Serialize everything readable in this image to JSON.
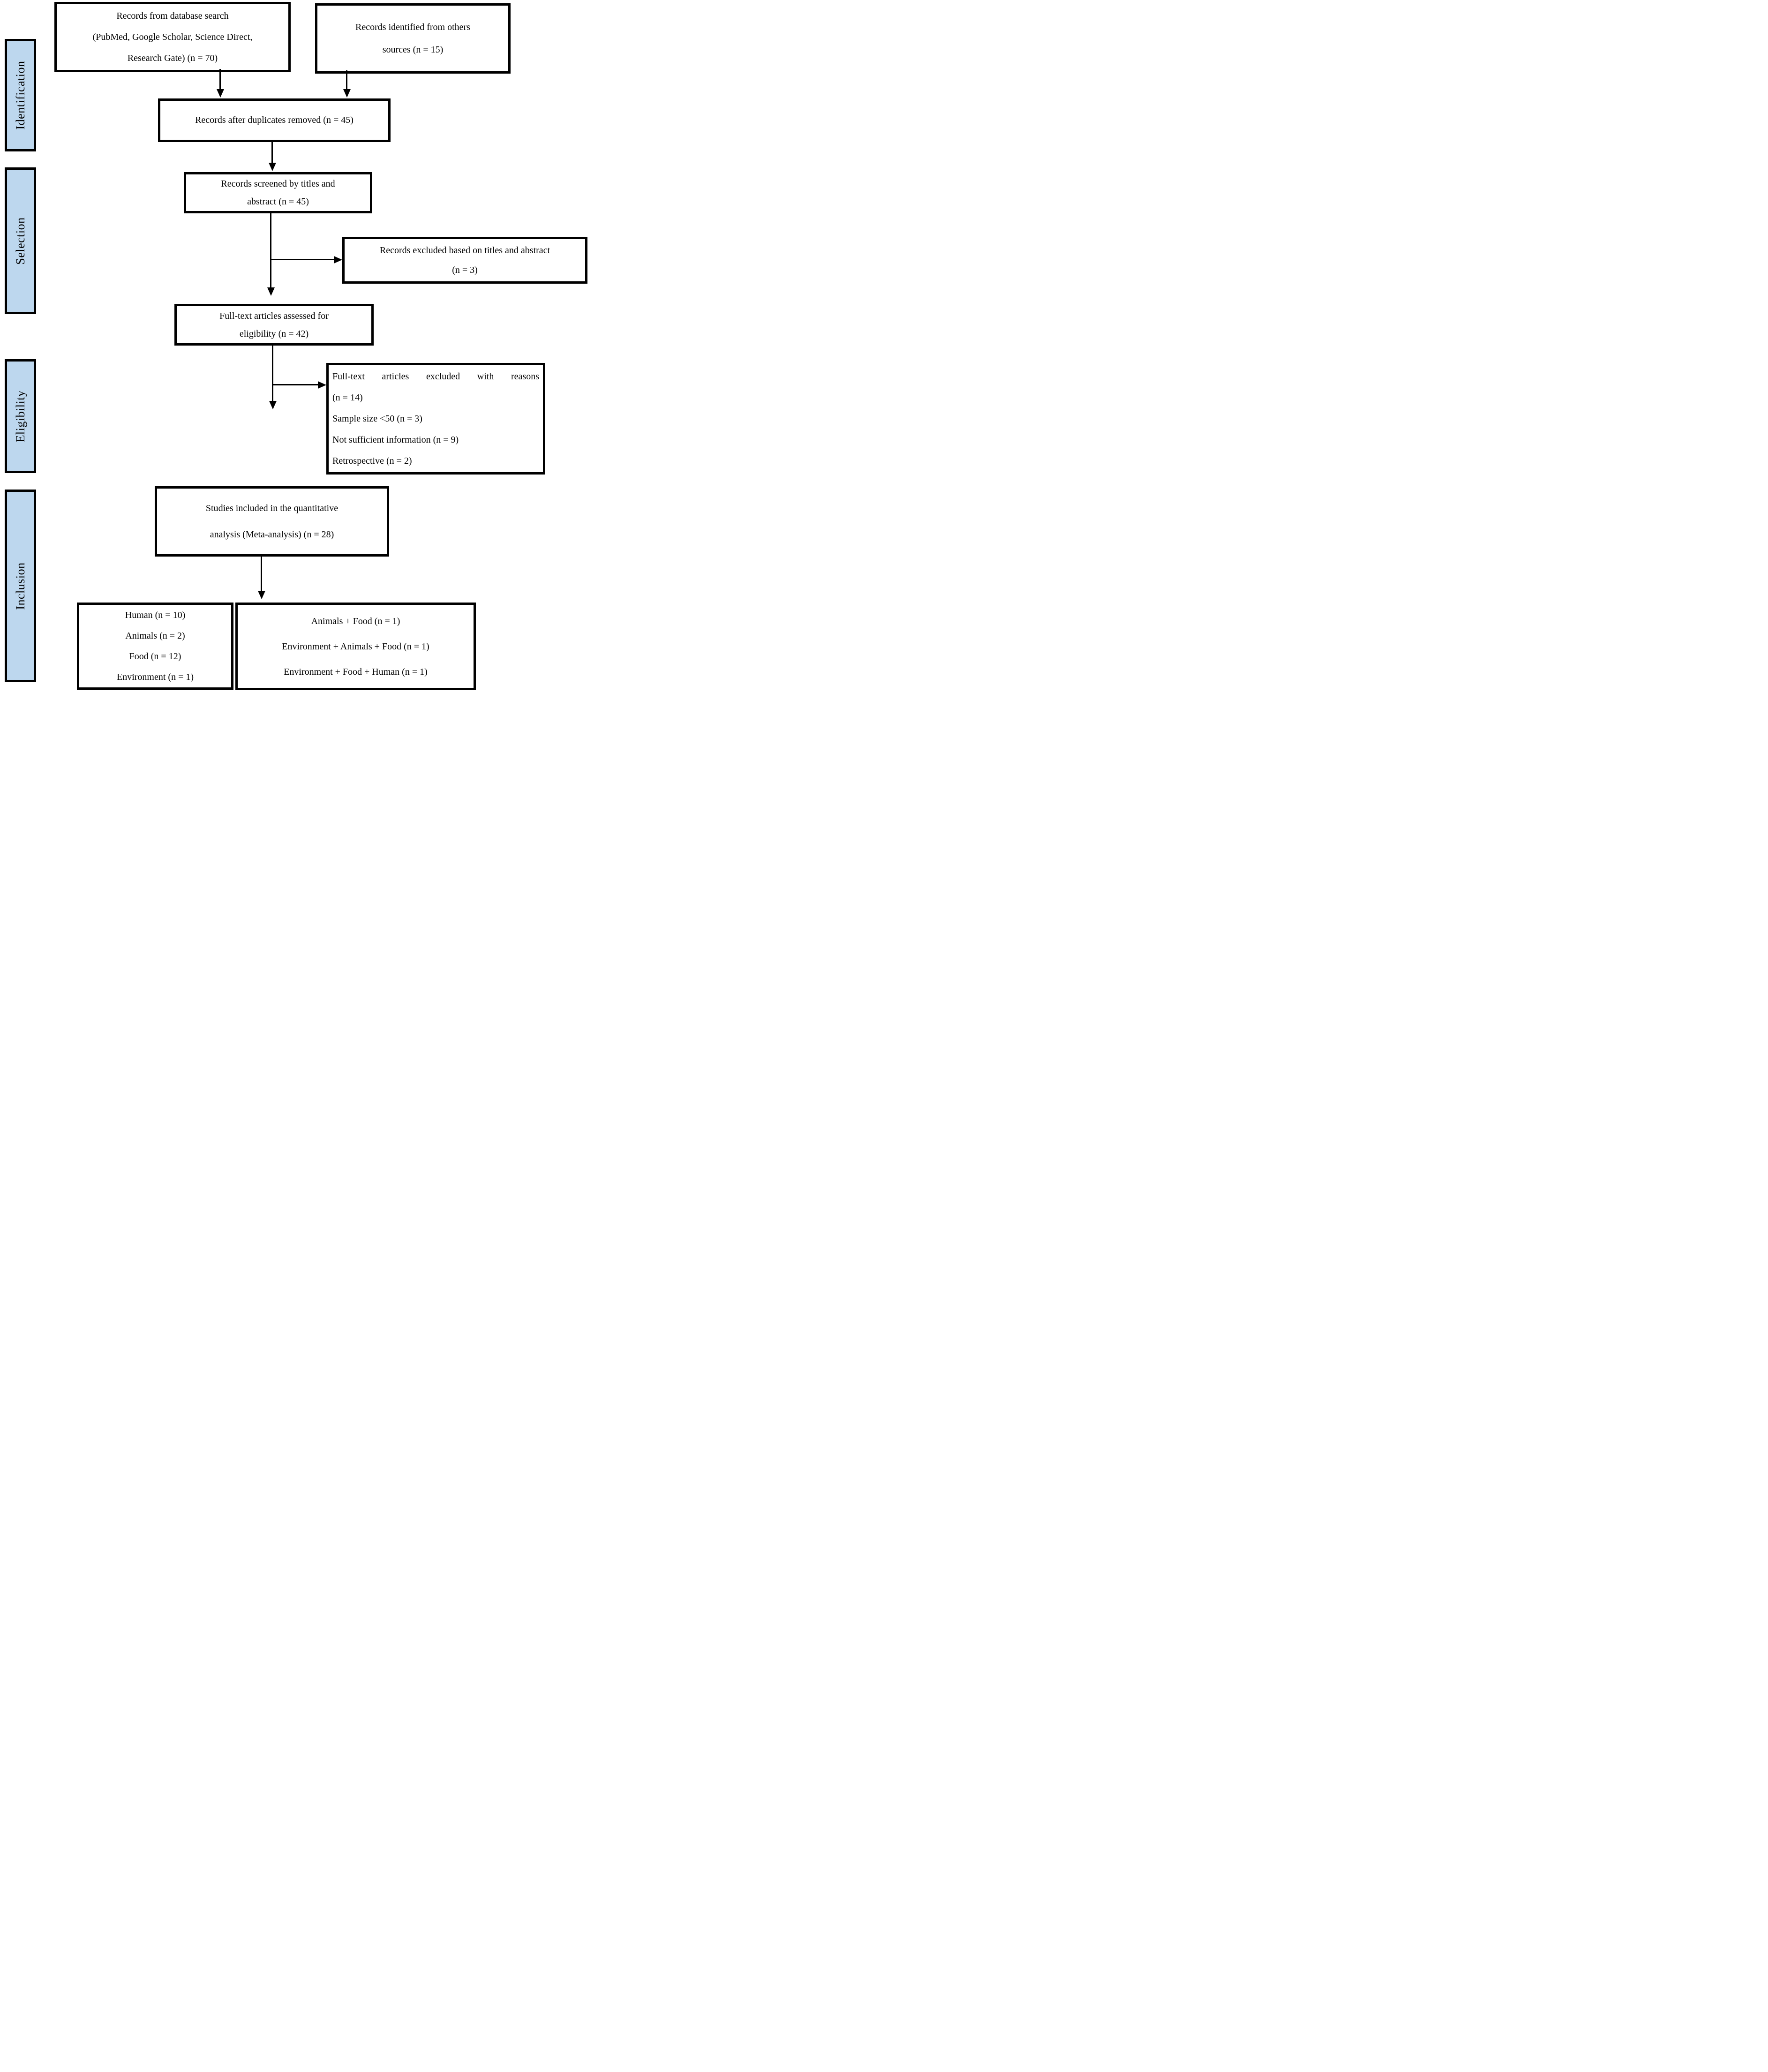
{
  "figure": {
    "type": "prisma-flow-diagram",
    "colors": {
      "stage_fill": "#BDD7EE",
      "border": "#000000",
      "box_fill": "#FFFFFF",
      "text": "#000000"
    }
  },
  "sidebar": {
    "items": [
      {
        "label": "Identification"
      },
      {
        "label": "Selection"
      },
      {
        "label": "Eligibility"
      },
      {
        "label": "Inclusion"
      }
    ]
  },
  "boxes": {
    "records_db": {
      "lines": [
        "Records from database search",
        "(PubMed, Google Scholar, Science Direct,",
        "Research Gate) (n = 70)"
      ]
    },
    "records_other": {
      "lines": [
        "Records identified from others",
        "sources (n = 15)"
      ]
    },
    "duplicates": {
      "lines": [
        "Records after duplicates removed (n = 45)"
      ]
    },
    "screened": {
      "lines": [
        "Records screened by titles and",
        "abstract (n = 45)"
      ]
    },
    "excluded_titles": {
      "lines": [
        "Records excluded based on titles and abstract",
        "(n = 3)"
      ]
    },
    "fulltext": {
      "lines": [
        "Full-text articles assessed for",
        "eligibility (n = 42)"
      ]
    },
    "excluded_fulltext": {
      "lines": [
        "Full-text articles excluded with reasons",
        "(n = 14)",
        "Sample size <50 (n = 3)",
        "Not sufficient information (n = 9)",
        "Retrospective (n = 2)"
      ]
    },
    "included": {
      "lines": [
        "Studies included in the quantitative",
        "analysis (Meta-analysis) (n = 28)"
      ]
    },
    "group_single": {
      "lines": [
        "Human (n = 10)",
        "Animals (n = 2)",
        "Food (n = 12)",
        "Environment (n = 1)"
      ]
    },
    "group_combined": {
      "lines": [
        "Animals + Food (n = 1)",
        "Environment + Animals + Food (n = 1)",
        "Environment + Food + Human (n = 1)"
      ]
    }
  }
}
